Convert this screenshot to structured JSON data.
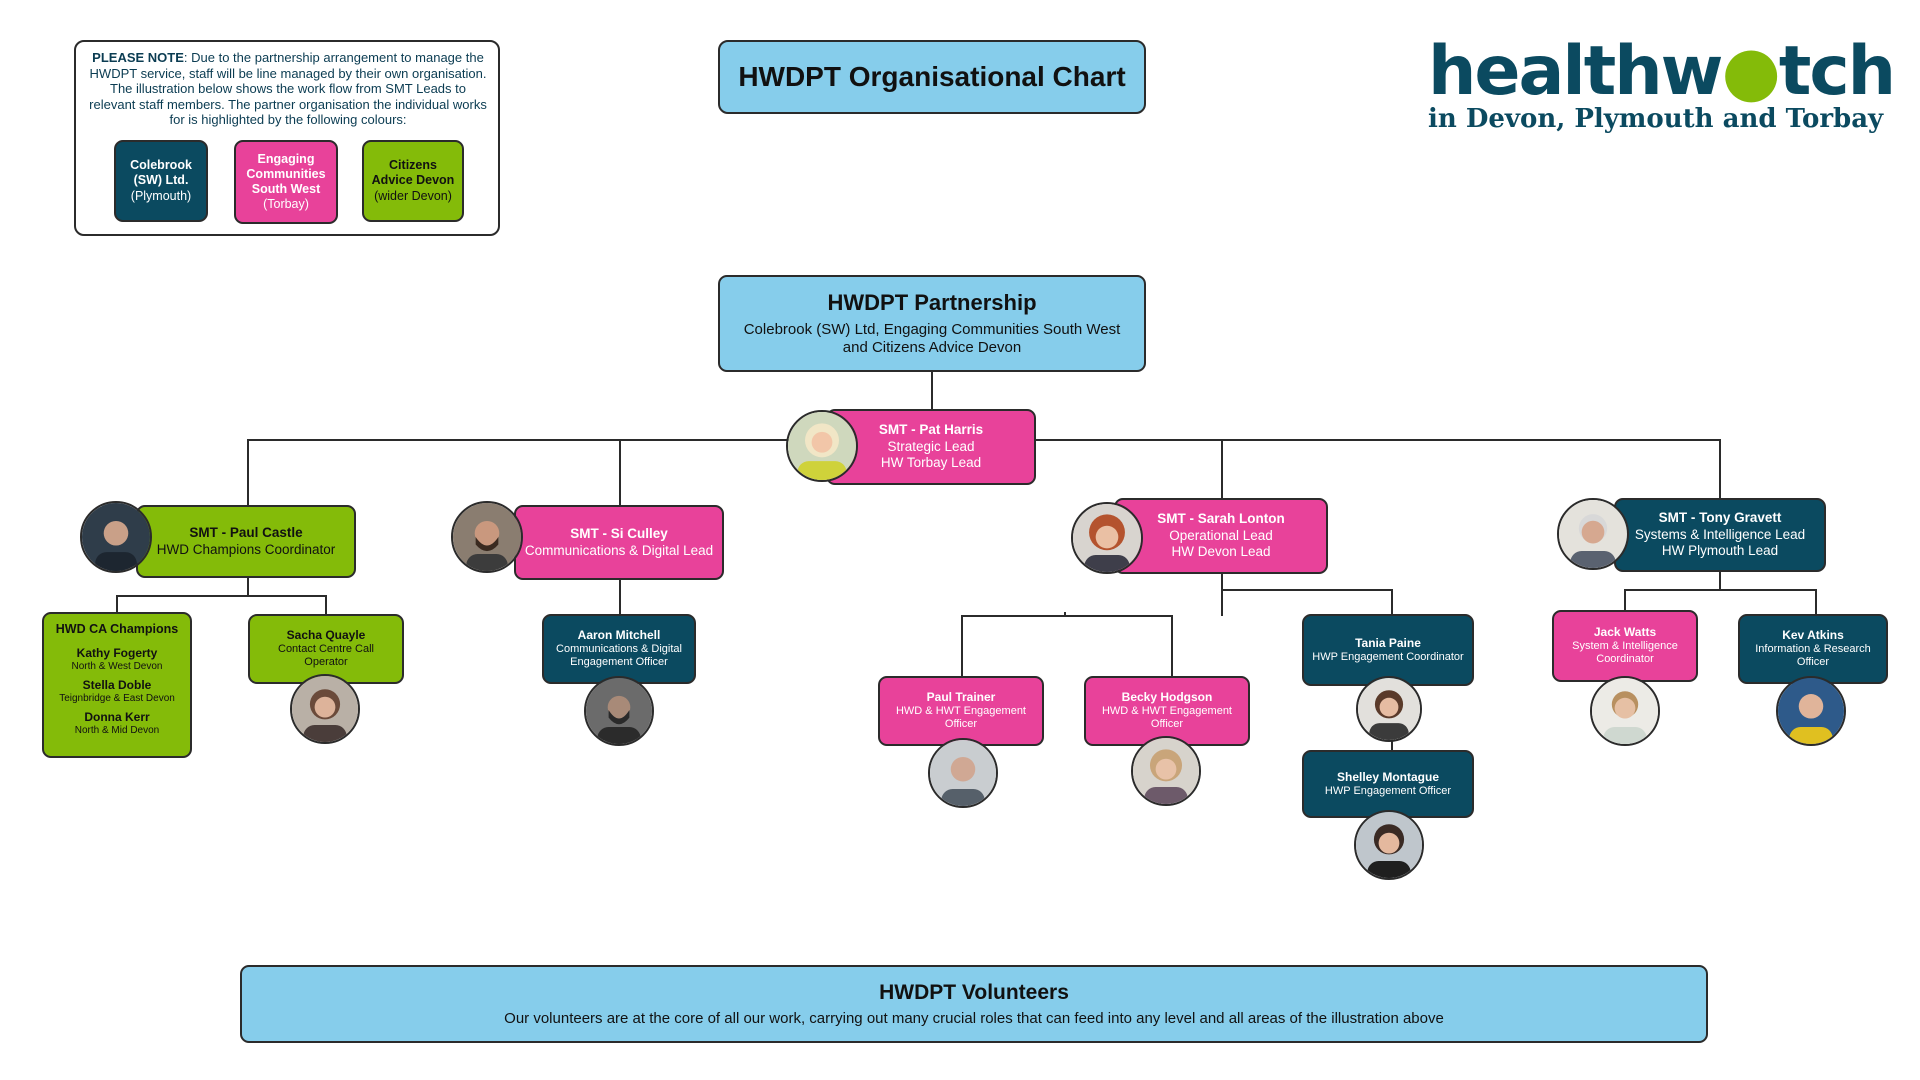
{
  "note": {
    "lead": "PLEASE NOTE",
    "text": ": Due to the partnership arrangement to manage the HWDPT service, staff will be line managed by their own organisation. The illustration below shows the work flow from SMT Leads to relevant staff members. The partner organisation the individual works for is highlighted by the following colours:"
  },
  "legend": [
    {
      "name": "Colebrook (SW) Ltd.",
      "region": "(Plymouth)",
      "color": "#0b4a60"
    },
    {
      "name": "Engaging Communities South West",
      "region": "(Torbay)",
      "color": "#e8429a"
    },
    {
      "name": "Citizens Advice Devon",
      "region": "(wider Devon)",
      "color": "#84bb09"
    }
  ],
  "chart_title": "HWDPT Organisational Chart",
  "logo": {
    "word_start": "h",
    "word_mid": "ealthw",
    "word_end": "tch",
    "sub": "in Devon, Plymouth and Torbay",
    "colors": {
      "navy": "#0b4a60",
      "pink": "#e8429a",
      "green": "#84bb09"
    }
  },
  "partnership": {
    "title": "HWDPT Partnership",
    "desc": "Colebrook (SW) Ltd, Engaging Communities South West and Citizens Advice Devon"
  },
  "pat": {
    "name": "SMT - Pat Harris",
    "role1": "Strategic Lead",
    "role2": "HW Torbay Lead"
  },
  "paul_c": {
    "name": "SMT - Paul Castle",
    "role1": "HWD Champions Coordinator"
  },
  "si": {
    "name": "SMT - Si Culley",
    "role1": "Communications & Digital Lead"
  },
  "sarah": {
    "name": "SMT - Sarah Lonton",
    "role1": "Operational Lead",
    "role2": "HW Devon Lead"
  },
  "tony": {
    "name": "SMT - Tony Gravett",
    "role1": "Systems & Intelligence Lead",
    "role2": "HW Plymouth Lead"
  },
  "champions": {
    "title": "HWD CA Champions",
    "people": [
      {
        "name": "Kathy Fogerty",
        "area": "North & West Devon"
      },
      {
        "name": "Stella Doble",
        "area": "Teignbridge & East Devon"
      },
      {
        "name": "Donna Kerr",
        "area": "North & Mid Devon"
      }
    ]
  },
  "sacha": {
    "name": "Sacha Quayle",
    "role1": "Contact Centre Call Operator"
  },
  "aaron": {
    "name": "Aaron Mitchell",
    "role1": "Communications & Digital Engagement Officer"
  },
  "paul_t": {
    "name": "Paul Trainer",
    "role1": "HWD & HWT Engagement Officer"
  },
  "becky": {
    "name": "Becky Hodgson",
    "role1": "HWD & HWT Engagement Officer"
  },
  "tania": {
    "name": "Tania Paine",
    "role1": "HWP Engagement Coordinator"
  },
  "shelley": {
    "name": "Shelley Montague",
    "role1": "HWP Engagement Officer"
  },
  "jack": {
    "name": "Jack Watts",
    "role1": "System & Intelligence Coordinator"
  },
  "kev": {
    "name": "Kev Atkins",
    "role1": "Information & Research Officer"
  },
  "volunteers": {
    "title": "HWDPT Volunteers",
    "desc": "Our volunteers are at the core of all our work, carrying out many crucial roles that can feed into any level and all areas of the illustration above"
  }
}
